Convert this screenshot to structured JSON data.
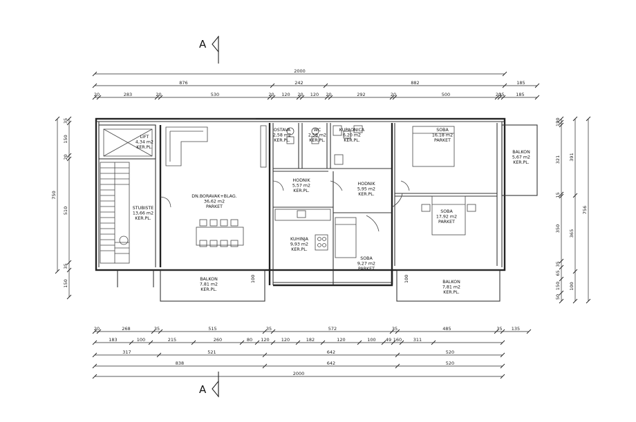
{
  "section_marker": "A",
  "dims": {
    "top": [
      [
        "2000"
      ],
      [
        "876",
        "242",
        "882",
        "185"
      ],
      [
        "20",
        "283",
        "20",
        "530",
        "20",
        "120",
        "20",
        "120",
        "20",
        "292",
        "20",
        "500",
        "20",
        "15",
        "185"
      ]
    ],
    "bottom": [
      [
        "20",
        "268",
        "35",
        "515",
        "35",
        "572",
        "35",
        "485",
        "35",
        "135"
      ],
      [
        "183",
        "100",
        "215",
        "260",
        "80",
        "120",
        "120",
        "182",
        "120",
        "100",
        "49",
        "160",
        "311"
      ],
      [
        "317",
        "521",
        "642",
        "520"
      ],
      [
        "838",
        "642",
        "520"
      ],
      [
        "2000"
      ]
    ],
    "left": [
      [
        "35",
        "150",
        "20",
        "510",
        "35",
        "150"
      ],
      [
        "750"
      ]
    ],
    "right": [
      [
        "20",
        "15",
        "321",
        "15",
        "350",
        "35",
        "65",
        "150",
        "50"
      ],
      [
        "391",
        "365",
        "100"
      ],
      [
        "756"
      ]
    ]
  },
  "rooms": [
    {
      "name": "LIFT",
      "area": "4,34 m2",
      "floor": "KER.PL."
    },
    {
      "name": "STUBISTE",
      "area": "13,66 m2",
      "floor": "KER.PL."
    },
    {
      "name": "DN.BORAVAK+BLAG.",
      "area": "36,62 m2",
      "floor": "PARKET"
    },
    {
      "name": "OSTAVA",
      "area": "2,58 m2",
      "floor": "KER.PL."
    },
    {
      "name": "WC",
      "area": "2,58 m2",
      "floor": "KER.PL."
    },
    {
      "name": "KUPAONICA",
      "area": "6,20 m2",
      "floor": "KER.PL."
    },
    {
      "name": "SOBA",
      "area": "16,18 m2",
      "floor": "PARKET"
    },
    {
      "name": "BALKON",
      "area": "5,67 m2",
      "floor": "KER.PL."
    },
    {
      "name": "HODNIK",
      "area": "5,57 m2",
      "floor": "KER.PL."
    },
    {
      "name": "HODNIK",
      "area": "5,95 m2",
      "floor": "KER.PL."
    },
    {
      "name": "SOBA",
      "area": "17,92 m2",
      "floor": "PARKET"
    },
    {
      "name": "KUHINJA",
      "area": "9,93 m2",
      "floor": "KER.PL."
    },
    {
      "name": "SOBA",
      "area": "9,27 m2",
      "floor": "PARKET"
    },
    {
      "name": "BALKON",
      "area": "7,81 m2",
      "floor": "KER.PL."
    },
    {
      "name": "BALKON",
      "area": "7,81 m2",
      "floor": "KER.PL."
    }
  ],
  "balcony_depth_labels": [
    "100",
    "100"
  ]
}
